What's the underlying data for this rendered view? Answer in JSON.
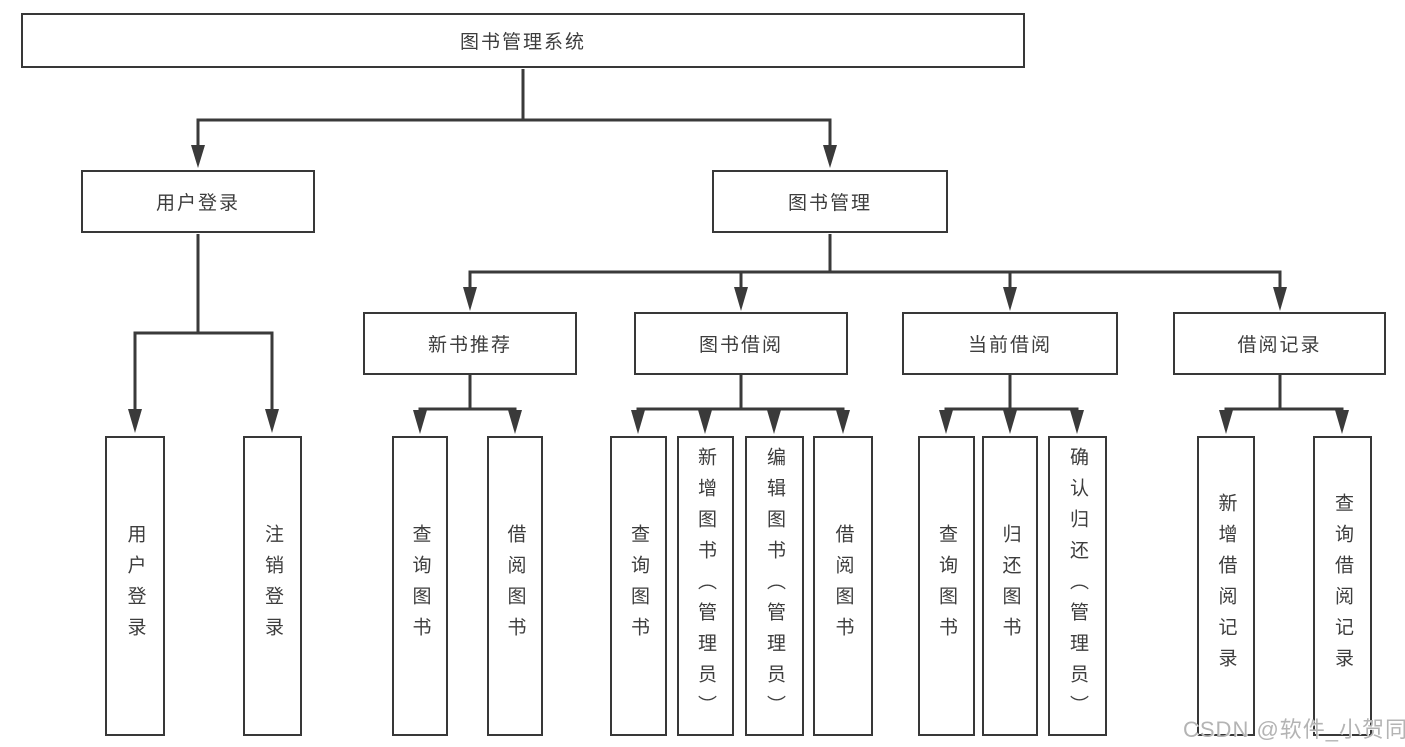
{
  "diagram": {
    "root": {
      "label": "图书管理系统"
    },
    "branches": [
      {
        "label": "用户登录",
        "children": [
          {
            "label": "用户登录"
          },
          {
            "label": "注销登录"
          }
        ]
      },
      {
        "label": "图书管理",
        "groups": [
          {
            "label": "新书推荐",
            "children": [
              {
                "label": "查询图书"
              },
              {
                "label": "借阅图书"
              }
            ]
          },
          {
            "label": "图书借阅",
            "children": [
              {
                "label": "查询图书"
              },
              {
                "label": "新增图书（管理员）"
              },
              {
                "label": "编辑图书（管理员）"
              },
              {
                "label": "借阅图书"
              }
            ]
          },
          {
            "label": "当前借阅",
            "children": [
              {
                "label": "查询图书"
              },
              {
                "label": "归还图书"
              },
              {
                "label": "确认归还（管理员）"
              }
            ]
          },
          {
            "label": "借阅记录",
            "children": [
              {
                "label": "新增借阅记录"
              },
              {
                "label": "查询借阅记录"
              }
            ]
          }
        ]
      }
    ],
    "watermark": "CSDN @软件_小贺同学",
    "colors": {
      "line": "#3a3a3a",
      "text": "#3d3d3d",
      "watermark": "#b4b4b4",
      "background": "#ffffff"
    }
  }
}
